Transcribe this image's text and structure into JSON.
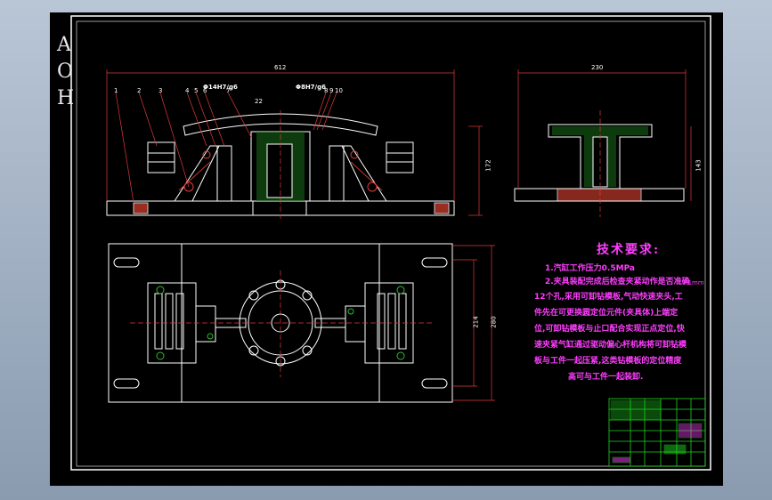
{
  "side_letters": [
    "A",
    "O",
    "H"
  ],
  "dimensions": {
    "front_width": "612",
    "side_width": "230",
    "front_height": "172",
    "side_height": "143",
    "plan_inner": "214",
    "plan_outer": "280",
    "fit_left": "Φ14H7/g6",
    "fit_right": "Φ8H7/g6",
    "dim_small": "22",
    "dim_far_right": "L0.1mm"
  },
  "part_numbers": [
    "1",
    "2",
    "3",
    "4",
    "5",
    "6",
    "7",
    "8",
    "9",
    "10"
  ],
  "technical_requirements": {
    "title": "技术要求:",
    "lines": [
      "1.汽缸工作压力0.5MPa",
      "2.夹具装配完成后检查夹紧动作是否准确",
      "12个孔,采用可卸钻模板,气动快速夹头,工",
      "件先在可更换圆定位元件(夹具体)上端定",
      "位,可卸钻模板与止口配合实现正点定位,快",
      "速夹紧气缸通过驱动偏心杆机构将可卸钻模",
      "板与工件一起压紧,这类钻模板的定位精度",
      "高可与工件一起装卸."
    ]
  },
  "colors": {
    "background": "#000000",
    "line": "#ffffff",
    "hatch": "#2bbf2b",
    "section": "#e23b3b",
    "dimension": "#e23b3b",
    "text_magenta": "#ff3dff",
    "title_block": "#1fd41f"
  }
}
